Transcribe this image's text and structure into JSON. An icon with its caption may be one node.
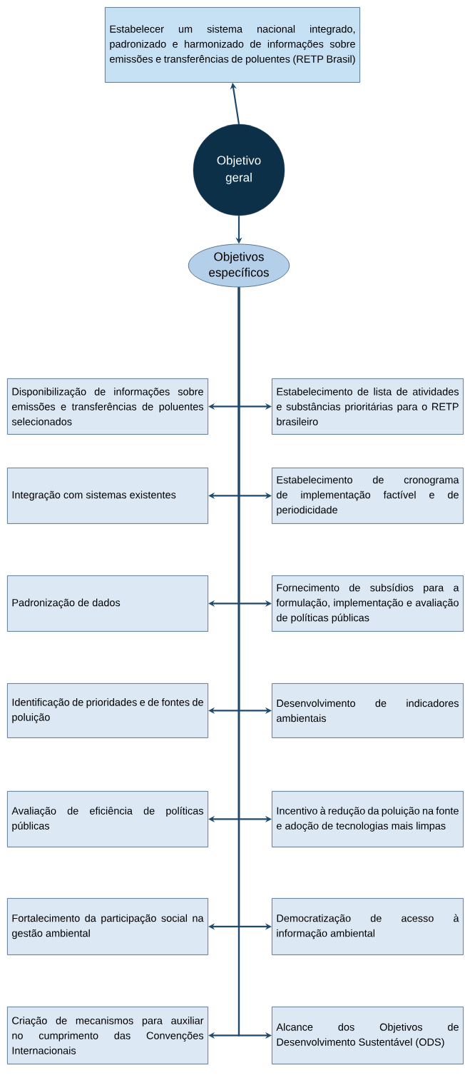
{
  "diagram": {
    "nodes": [
      {
        "text": [
          "Estabelecer um sistema nacional integrado, padronizado e harmonizado de informações sobre emissões e transferências de poluentes (RETP Brasil)"
        ]
      },
      {
        "text": [
          "Objetivo geral"
        ]
      },
      {
        "text": [
          "Objetivos específicos"
        ]
      },
      {
        "text": [
          "Disponibilização de informações sobre emissões e transferências de poluentes selecionados"
        ]
      },
      {
        "text": [
          "Estabelecimento de lista de atividades e substâncias prioritárias para o RETP brasileiro"
        ]
      },
      {
        "text": [
          "Integração com sistemas existentes"
        ]
      },
      {
        "text": [
          "Estabelecimento de cronograma de implementação factível e de periodicidade"
        ]
      },
      {
        "text": [
          "Padronização de dados"
        ]
      },
      {
        "text": [
          "Fornecimento de subsídios para a formulação, implementação e avaliação de políticas públicas"
        ]
      },
      {
        "text": [
          "Identificação de prioridades e de fontes de poluição"
        ]
      },
      {
        "text": [
          "Desenvolvimento de indicadores ambientais"
        ]
      },
      {
        "text": [
          "Avaliação de eficiência de políticas públicas"
        ]
      },
      {
        "text": [
          "Incentivo à redução da poluição na fonte e adoção de tecnologias mais limpas"
        ]
      },
      {
        "text": [
          "Fortalecimento da participação social na gestão ambiental"
        ]
      },
      {
        "text": [
          "Democratização de acesso à informação ambiental"
        ]
      },
      {
        "text": [
          "Criação de mecanismos para auxiliar no cumprimento das Convenções Internacionais"
        ]
      },
      {
        "text": [
          "Alcance dos Objetivos de Desenvolvimento Sustentável (ODS)"
        ]
      }
    ],
    "edges": [
      {
        "from": 1,
        "to": 0,
        "arrow": "to"
      },
      {
        "from": 1,
        "to": 2,
        "arrow": "to"
      },
      {
        "from": 2,
        "to": 3,
        "arrow": "to"
      },
      {
        "from": 2,
        "to": 4,
        "arrow": "to"
      },
      {
        "from": 2,
        "to": 5,
        "arrow": "to"
      },
      {
        "from": 2,
        "to": 6,
        "arrow": "to"
      },
      {
        "from": 2,
        "to": 7,
        "arrow": "to"
      },
      {
        "from": 2,
        "to": 8,
        "arrow": "to"
      },
      {
        "from": 2,
        "to": 9,
        "arrow": "to"
      },
      {
        "from": 2,
        "to": 10,
        "arrow": "to"
      },
      {
        "from": 2,
        "to": 11,
        "arrow": "to"
      },
      {
        "from": 2,
        "to": 12,
        "arrow": "to"
      },
      {
        "from": 2,
        "to": 13,
        "arrow": "to"
      },
      {
        "from": 2,
        "to": 14,
        "arrow": "to"
      },
      {
        "from": 2,
        "to": 15,
        "arrow": "to"
      },
      {
        "from": 2,
        "to": 16,
        "arrow": "to"
      }
    ]
  }
}
